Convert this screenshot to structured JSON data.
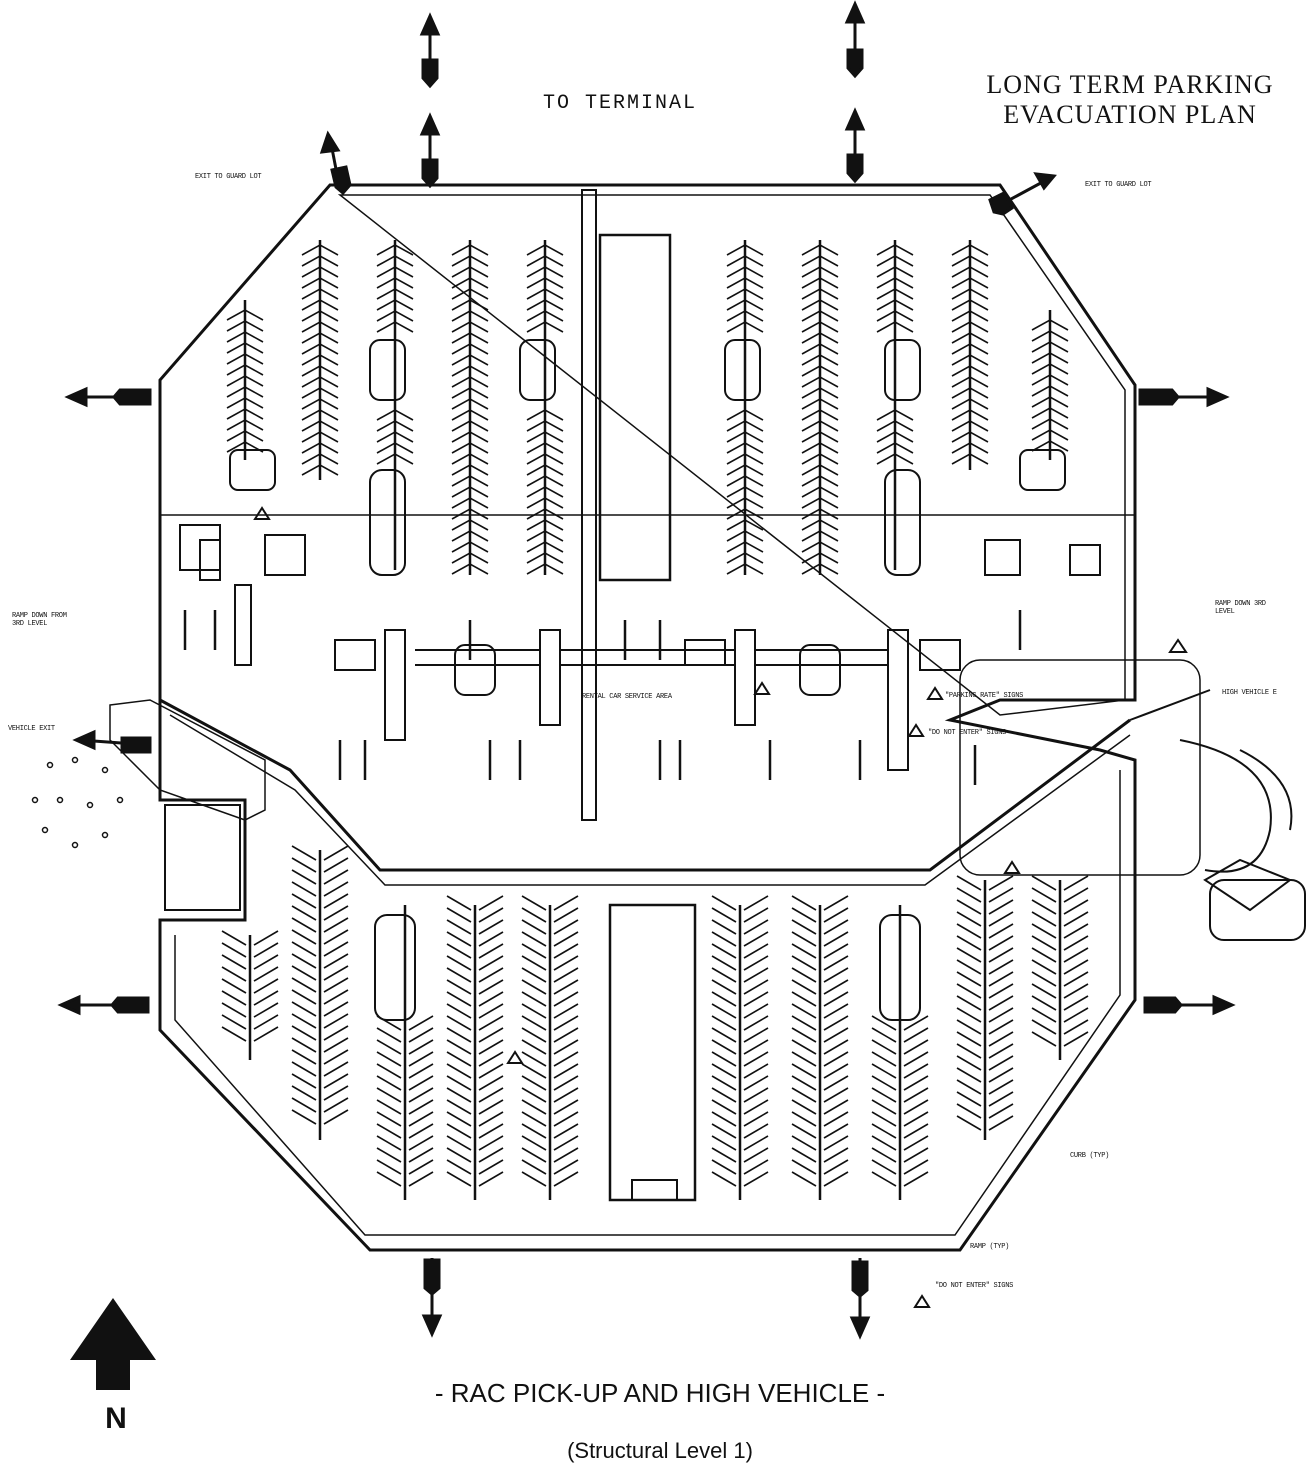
{
  "header": {
    "direction_label": "TO TERMINAL",
    "title_line1": "LONG TERM PARKING",
    "title_line2": "EVACUATION PLAN"
  },
  "footer": {
    "subtitle": "- RAC PICK-UP AND HIGH VEHICLE -",
    "level": "(Structural Level 1)",
    "north": "N"
  },
  "callouts": {
    "exit_nw": "EXIT TO GUARD LOT",
    "exit_ne": "EXIT TO GUARD LOT",
    "ramp_west": "RAMP DOWN FROM 3RD LEVEL",
    "ramp_east": "RAMP DOWN 3RD LEVEL",
    "vehicle_exit": "VEHICLE EXIT",
    "high_vehicle": "HIGH VEHICLE E",
    "service_area": "RENTAL CAR SERVICE AREA",
    "parking_rate": "\"PARKING RATE\" SIGNS",
    "do_not_enter": "\"DO NOT ENTER\" SIGNS",
    "do_not_enter_south": "\"DO NOT ENTER\" SIGNS",
    "curb": "CURB (TYP)",
    "ramp_typ": "RAMP (TYP)"
  },
  "colors": {
    "ink": "#111111",
    "paper": "#ffffff"
  },
  "icons": {
    "exit_arrow": "double-headed-arrow",
    "north_arrow": "north-arrow-icon"
  }
}
